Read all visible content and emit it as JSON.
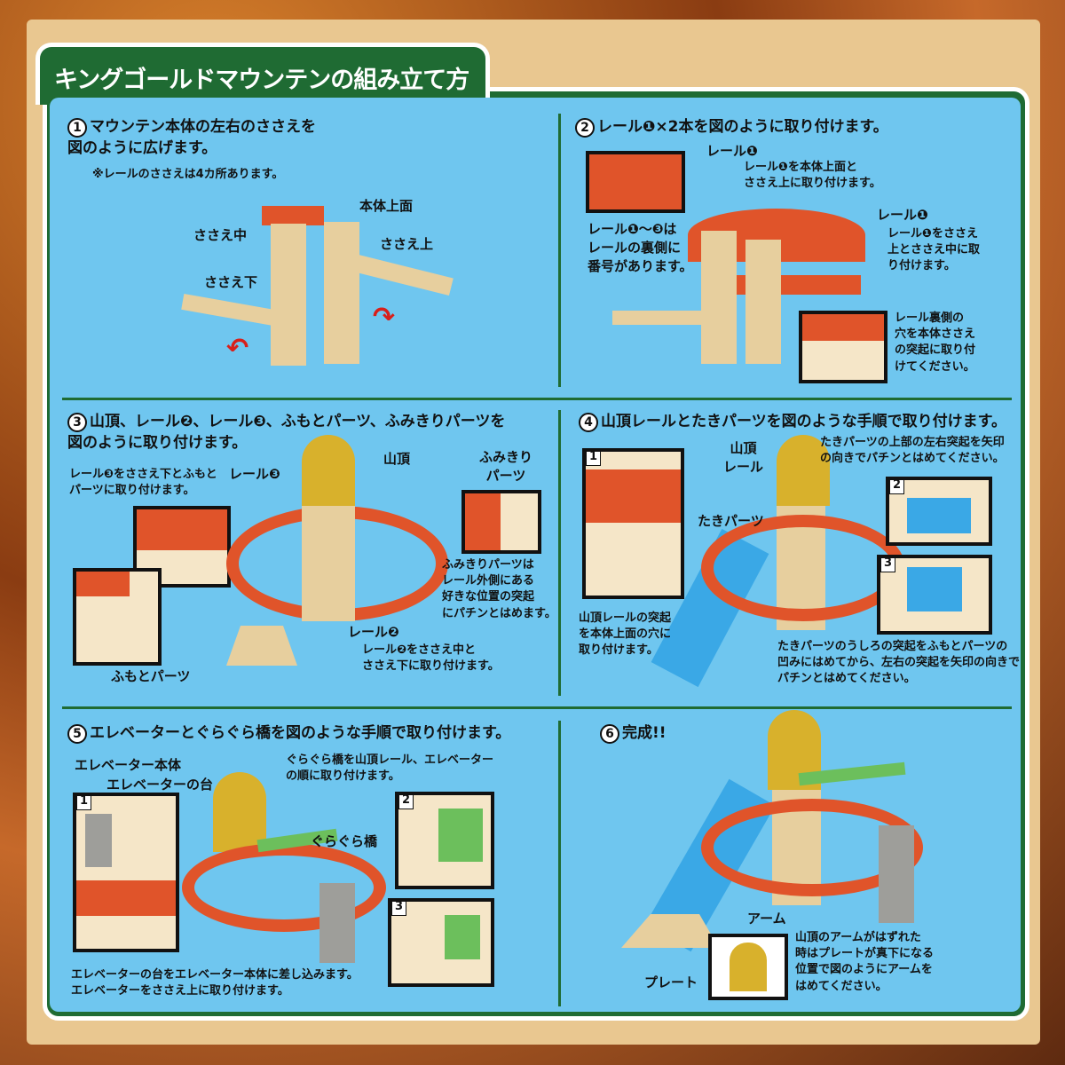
{
  "title": "キングゴールドマウンテンの組み立て方",
  "colors": {
    "frame_green": "#1f6b33",
    "panel_blue": "#6fc6ef",
    "rail_red": "#e0542a",
    "beige": "#e7cf9e",
    "gold": "#d8b12c",
    "waterfall_blue": "#3aa8e6"
  },
  "steps": [
    {
      "num": "1",
      "heading": "マウンテン本体の左右のささえを\n図のように広げます。",
      "note": "※レールのささえは4カ所あります。",
      "labels": [
        "本体上面",
        "ささえ中",
        "ささえ上",
        "ささえ下"
      ]
    },
    {
      "num": "2",
      "heading": "レール❶×2本を図のように取り付けます。",
      "labels": [
        "レール❶",
        "レール❶を本体上面と\nささえ上に取り付けます。",
        "レール❶",
        "レール❶をささえ\n上とささえ中に取\nり付けます。",
        "レール❶～❸は\nレールの裏側に\n番号があります。",
        "レール裏側の\n穴を本体ささえ\nの突起に取り付\nけてください。"
      ]
    },
    {
      "num": "3",
      "heading": "山頂、レール❷、レール❸、ふもとパーツ、ふみきりパーツを\n図のように取り付けます。",
      "labels": [
        "レール❸をささえ下とふもと\nパーツに取り付けます。",
        "レール❸",
        "山頂",
        "ふみきり\nパーツ",
        "ふみきりパーツは\nレール外側にある\n好きな位置の突起\nにパチンとはめます。",
        "レール❷",
        "レール❷をささえ中と\nささえ下に取り付けます。",
        "ふもとパーツ"
      ]
    },
    {
      "num": "4",
      "heading": "山頂レールとたきパーツを図のような手順で取り付けます。",
      "labels": [
        "山頂\nレール",
        "たきパーツの上部の左右突起を矢印\nの向きでパチンとはめてください。",
        "たきパーツ",
        "山頂レールの突起\nを本体上面の穴に\n取り付けます。",
        "たきパーツのうしろの突起をふもとパーツの\n凹みにはめてから、左右の突起を矢印の向きで\nパチンとはめてください。"
      ],
      "insets": [
        "1",
        "2",
        "3"
      ]
    },
    {
      "num": "5",
      "heading": "エレベーターとぐらぐら橋を図のような手順で取り付けます。",
      "labels": [
        "エレベーター本体",
        "エレベーターの台",
        "ぐらぐら橋を山頂レール、エレベーター\nの順に取り付けます。",
        "ぐらぐら橋",
        "エレベーターの台をエレベーター本体に差し込みます。\nエレベーターをささえ上に取り付けます。"
      ],
      "insets": [
        "1",
        "2",
        "3"
      ]
    },
    {
      "num": "6",
      "heading": "完成!!",
      "labels": [
        "アーム",
        "プレート",
        "山頂のアームがはずれた\n時はプレートが真下になる\n位置で図のようにアームを\nはめてください。"
      ]
    }
  ]
}
